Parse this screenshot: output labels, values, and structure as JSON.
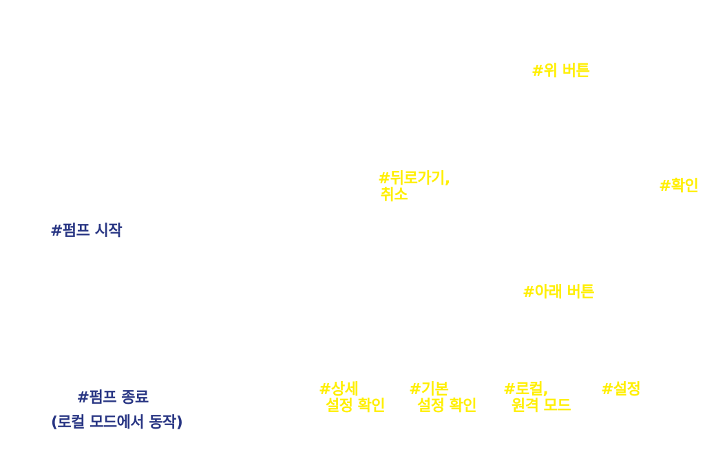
{
  "colors": {
    "background": "#ffffff",
    "yellow_label": "#ffef00",
    "navy_label": "#283583"
  },
  "labels": {
    "up_button": "#위 버튼",
    "back_cancel_line1": "#뒤로가기,",
    "back_cancel_line2": "취소",
    "confirm": "#확인",
    "pump_start": "#펌프 시작",
    "down_button": "#아래 버튼",
    "pump_stop_line1": "#펌프 종료",
    "pump_stop_line2": "(로컬 모드에서 동작)",
    "detail_settings_line1": "#상세",
    "detail_settings_line2": "설정 확인",
    "basic_settings_line1": "#기본",
    "basic_settings_line2": "설정 확인",
    "local_remote_line1": "#로컬,",
    "local_remote_line2": "원격 모드",
    "settings": "#설정"
  }
}
